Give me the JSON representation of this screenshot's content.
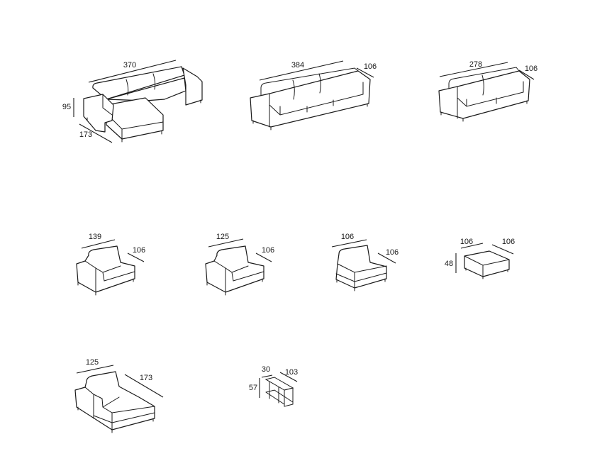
{
  "modules": [
    {
      "name": "corner-sofa-chaise",
      "width": "370",
      "height": "95",
      "depth": "173"
    },
    {
      "name": "three-seat-sofa",
      "width": "384",
      "depth": "106"
    },
    {
      "name": "two-seat-sofa",
      "width": "278",
      "depth": "106"
    },
    {
      "name": "single-seat-one-arm-large",
      "width": "139",
      "depth": "106"
    },
    {
      "name": "single-seat-one-arm",
      "width": "125",
      "depth": "106"
    },
    {
      "name": "armless-seat",
      "width": "106",
      "depth": "106"
    },
    {
      "name": "ottoman",
      "width": "106",
      "depth": "106",
      "height": "48"
    },
    {
      "name": "chaise-longue",
      "width": "125",
      "depth": "173"
    },
    {
      "name": "side-table",
      "width": "30",
      "depth": "103",
      "height": "57"
    }
  ]
}
